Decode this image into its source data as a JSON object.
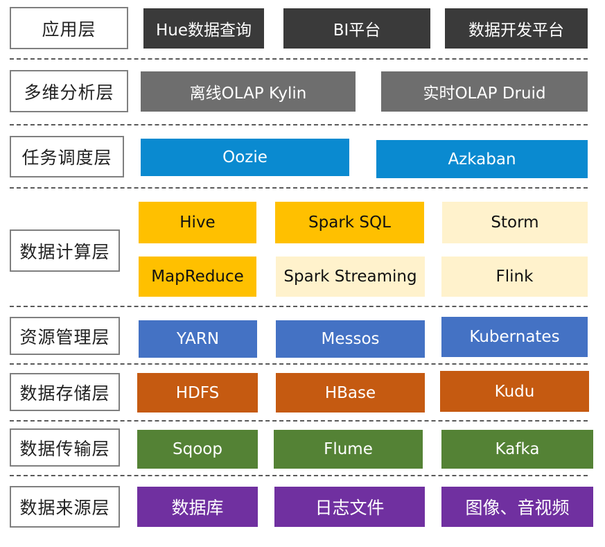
{
  "layers": {
    "application": {
      "label": "应用层",
      "items": [
        "Hue数据查询",
        "BI平台",
        "数据开发平台"
      ]
    },
    "olap": {
      "label": "多维分析层",
      "items": [
        "离线OLAP Kylin",
        "实时OLAP Druid"
      ]
    },
    "scheduling": {
      "label": "任务调度层",
      "items": [
        "Oozie",
        "Azkaban"
      ]
    },
    "compute": {
      "label": "数据计算层",
      "items": [
        "Hive",
        "Spark SQL",
        "Storm",
        "MapReduce",
        "Spark Streaming",
        "Flink"
      ]
    },
    "resource": {
      "label": "资源管理层",
      "items": [
        "YARN",
        "Messos",
        "Kubernates"
      ]
    },
    "storage": {
      "label": "数据存储层",
      "items": [
        "HDFS",
        "HBase",
        "Kudu"
      ]
    },
    "transport": {
      "label": "数据传输层",
      "items": [
        "Sqoop",
        "Flume",
        "Kafka"
      ]
    },
    "source": {
      "label": "数据来源层",
      "items": [
        "数据库",
        "日志文件",
        "图像、音视频"
      ]
    }
  },
  "colors": {
    "application": "#3a3a3a",
    "olap": "#6e6e6e",
    "scheduling": "#0a8ad0",
    "compute_batch": "#ffc000",
    "compute_stream": "#fff2cc",
    "resource": "#4472c4",
    "storage": "#c55a11",
    "transport": "#548235",
    "source": "#7030a0"
  }
}
